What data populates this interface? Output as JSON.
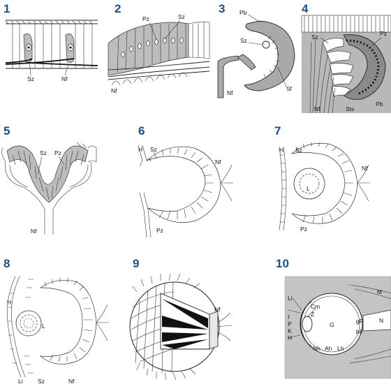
{
  "panels": [
    {
      "number": "1",
      "labels": [
        "Sz",
        "Nf"
      ]
    },
    {
      "number": "2",
      "labels": [
        "Pz",
        "Sz",
        "Nf"
      ]
    },
    {
      "number": "3",
      "labels": [
        "Pb",
        "Sz",
        "Nf",
        "Sf"
      ]
    },
    {
      "number": "4",
      "labels": [
        "Pz",
        "Sz",
        "Nf",
        "Sts",
        "Pb"
      ]
    },
    {
      "number": "5",
      "labels": [
        "Sz",
        "Pz",
        "Nf"
      ]
    },
    {
      "number": "6",
      "labels": [
        "H",
        "Sz",
        "Nf",
        "Pz"
      ]
    },
    {
      "number": "7",
      "labels": [
        "H",
        "Sz",
        "L",
        "Nf",
        "Pz"
      ]
    },
    {
      "number": "8",
      "labels": [
        "H",
        "L",
        "Li",
        "Sz",
        "Nf"
      ]
    },
    {
      "number": "9",
      "labels": [
        "Nf"
      ]
    },
    {
      "number": "10",
      "labels": [
        "Li",
        "M",
        "Cm",
        "Z",
        "I",
        "P",
        "K",
        "H",
        "G",
        "gF",
        "bF",
        "N",
        "Nh",
        "Ah",
        "Lh"
      ]
    }
  ],
  "colors": {
    "number": "#1a4f8a",
    "tissue": "#bdbdbd",
    "background_p4": "#b8b8b8",
    "background_p10": "#c4c4c4"
  }
}
